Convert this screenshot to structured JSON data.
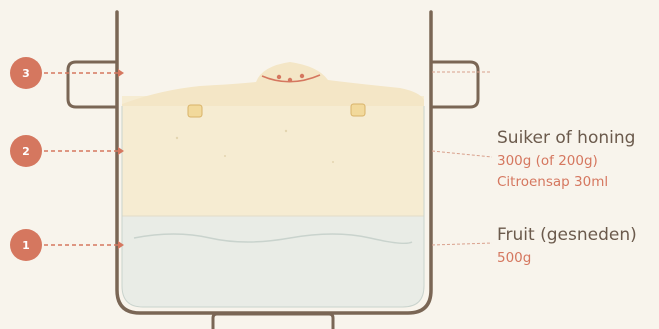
{
  "colors": {
    "background": "#f8f4ec",
    "pot_outline": "#7a6655",
    "accent": "#d5775f",
    "fruit_layer": "#e9ece6",
    "sugar_layer": "#f6ecd2",
    "foam_layer": "#f4e6c6",
    "label_text": "#6b5a4c"
  },
  "steps": [
    {
      "number": "3",
      "layer": "foam"
    },
    {
      "number": "2",
      "layer": "sugar"
    },
    {
      "number": "1",
      "layer": "fruit"
    }
  ],
  "labels": {
    "sugar": {
      "title": "Suiker of honing",
      "line1": "300g (of 200g)",
      "line2": "Citroensap 30ml"
    },
    "fruit": {
      "title": "Fruit (gesneden)",
      "line1": "500g"
    }
  }
}
